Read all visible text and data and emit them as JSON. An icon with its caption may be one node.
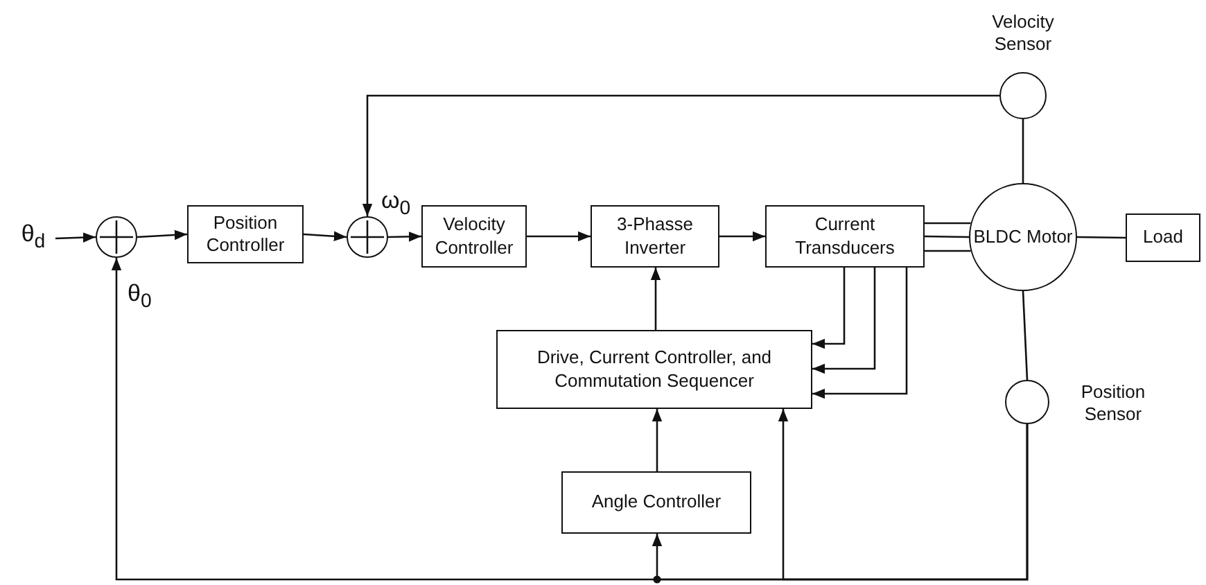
{
  "diagram": {
    "nodes": [
      {
        "text": [
          "θ$_{d}$"
        ]
      },
      {
        "text": [],
        "shape": "circle"
      },
      {
        "text": [
          "Position Controller"
        ]
      },
      {
        "text": [],
        "shape": "circle"
      },
      {
        "text": [
          "Velocity Controller"
        ]
      },
      {
        "text": [
          "3-Phasse Inverter"
        ]
      },
      {
        "text": [
          "Current Transducers"
        ]
      },
      {
        "text": [
          "BLDC Motor"
        ]
      },
      {
        "text": [
          "Load"
        ]
      },
      {
        "text": [
          "Velocity Sensor"
        ]
      },
      {
        "text": [
          "Drive, Current Controller, and Commutation Sequencer"
        ]
      },
      {
        "text": [
          "Position Sensor"
        ]
      },
      {
        "text": [
          "Angle Controller"
        ]
      }
    ],
    "edges": [
      {
        "from": 0,
        "to": 1,
        "arrow": "to"
      },
      {
        "from": 1,
        "to": 2,
        "arrow": "to"
      },
      {
        "from": 2,
        "to": 3,
        "arrow": "to"
      },
      {
        "from": 3,
        "to": 4,
        "arrow": "to"
      },
      {
        "from": 4,
        "to": 5,
        "arrow": "to"
      },
      {
        "from": 5,
        "to": 6,
        "arrow": "to"
      },
      {
        "from": 6,
        "to": 7,
        "arrow": "none"
      },
      {
        "from": 6,
        "to": 7,
        "arrow": "none"
      },
      {
        "from": 6,
        "to": 7,
        "arrow": "none"
      },
      {
        "from": 7,
        "to": 8,
        "arrow": "none"
      },
      {
        "from": 7,
        "to": 9,
        "arrow": "none"
      },
      {
        "from": 9,
        "to": 3,
        "arrow": "to",
        "label": "ω$_{0}$"
      },
      {
        "from": 7,
        "to": 11,
        "arrow": "none"
      },
      {
        "from": 11,
        "to": 1,
        "arrow": "to",
        "label": "θ$_{0}$"
      },
      {
        "from": 11,
        "to": 12,
        "arrow": "to"
      },
      {
        "from": 11,
        "to": 10,
        "arrow": "to"
      },
      {
        "from": 12,
        "to": 10,
        "arrow": "to"
      },
      {
        "from": 10,
        "to": 5,
        "arrow": "to"
      },
      {
        "from": 6,
        "to": 10,
        "arrow": "to"
      },
      {
        "from": 6,
        "to": 10,
        "arrow": "to"
      },
      {
        "from": 6,
        "to": 10,
        "arrow": "to"
      }
    ]
  }
}
